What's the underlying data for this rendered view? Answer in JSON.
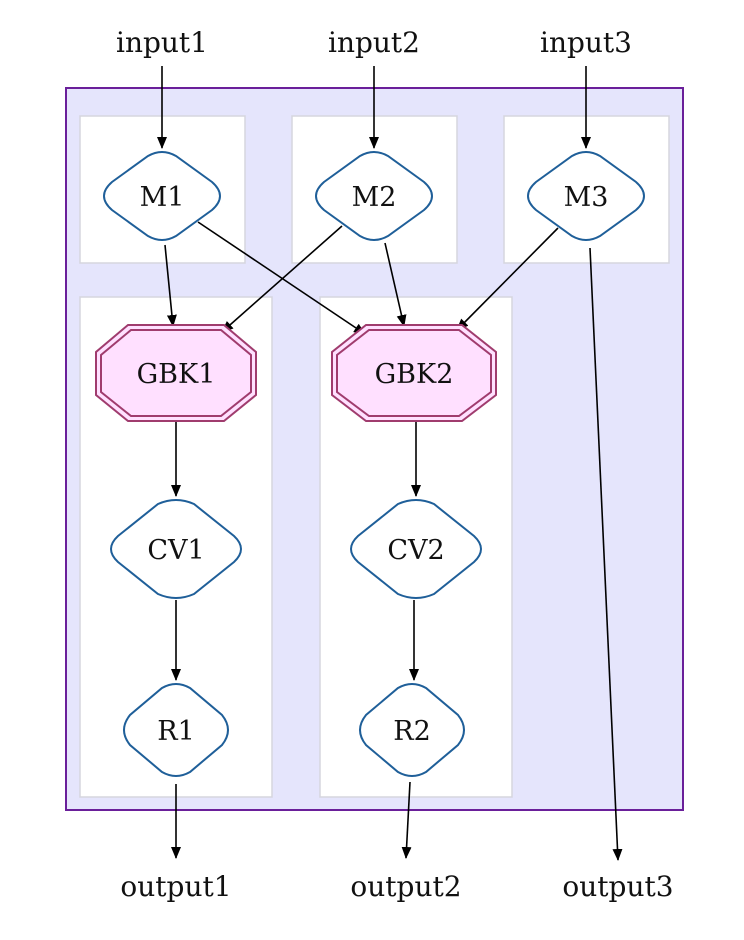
{
  "colors": {
    "outer_cluster_fill": "#e5e5fc",
    "outer_cluster_border": "#6a1f9a",
    "node_border": "#1f5f99",
    "gbk_fill": "#ffe0ff",
    "gbk_border": "#a03c6e",
    "edge": "#000000"
  },
  "inputs": {
    "input1": "input1",
    "input2": "input2",
    "input3": "input3"
  },
  "outputs": {
    "output1": "output1",
    "output2": "output2",
    "output3": "output3"
  },
  "nodes": {
    "M1": "M1",
    "M2": "M2",
    "M3": "M3",
    "GBK1": "GBK1",
    "GBK2": "GBK2",
    "CV1": "CV1",
    "CV2": "CV2",
    "R1": "R1",
    "R2": "R2"
  },
  "edges": [
    [
      "input1",
      "M1"
    ],
    [
      "input2",
      "M2"
    ],
    [
      "input3",
      "M3"
    ],
    [
      "M1",
      "GBK1"
    ],
    [
      "M1",
      "GBK2"
    ],
    [
      "M2",
      "GBK1"
    ],
    [
      "M2",
      "GBK2"
    ],
    [
      "M3",
      "GBK2"
    ],
    [
      "M3",
      "output3"
    ],
    [
      "GBK1",
      "CV1"
    ],
    [
      "GBK2",
      "CV2"
    ],
    [
      "CV1",
      "R1"
    ],
    [
      "CV2",
      "R2"
    ],
    [
      "R1",
      "output1"
    ],
    [
      "R2",
      "output2"
    ]
  ]
}
